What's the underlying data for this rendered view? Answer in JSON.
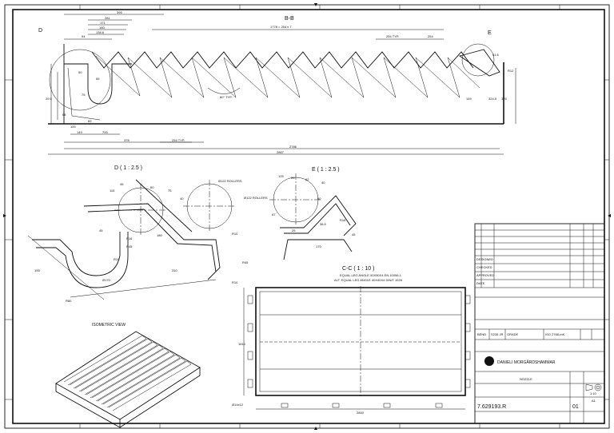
{
  "views": {
    "section_bb": {
      "title": "B-B",
      "callout_d": "D",
      "callout_e": "E",
      "dims_top": [
        "395",
        "281",
        "171",
        "160",
        "138.6",
        "94",
        "1778 = 254 x 7",
        "254 TYP.",
        "254"
      ],
      "dims_left": [
        "50",
        "55",
        "75",
        "65",
        "69",
        "100",
        "29.5"
      ],
      "angle_note": "60° TYP.",
      "r_note": "R12",
      "dims_bottom": [
        "149",
        "700",
        "378",
        "254 TYP.",
        "2786",
        "2867"
      ],
      "dims_right": [
        "324.5",
        "325",
        "149",
        "31.6"
      ]
    },
    "detail_d": {
      "title": "D ( 1 : 2.5 )",
      "rollers_1": "Ø122 ROLLERS",
      "rollers_2": "Ø122 ROLLERS",
      "dims": [
        "115",
        "45",
        "60",
        "75",
        "40",
        "R10",
        "R16",
        "R10",
        "310",
        "180",
        "R45",
        "45",
        "R10",
        "R45",
        "Ø170",
        "R80",
        "100"
      ]
    },
    "detail_e": {
      "title": "E ( 1 : 2.5 )",
      "dims": [
        "125",
        "20",
        "62",
        "40",
        "60",
        "67",
        "38.5",
        "170",
        "R16",
        "25",
        "45"
      ]
    },
    "section_cc": {
      "title": "C-C ( 1 : 10 )",
      "note_1": "EQUAL LEG ANGLE 50X50X4 EN 10056-1",
      "note_2": "ALT. EQUAL LEG ANGLE 40X40X4 DIN/T 1028",
      "dim_height": "1610",
      "dim_width": "2800",
      "note_bottom": "Ø14x12"
    },
    "isometric": {
      "title": "ISOMETRIC VIEW"
    }
  },
  "title_block": {
    "company": "DANIELI MORGÅRDSHAMMAR",
    "drawing_number": "7.629193.R",
    "revision": "01",
    "sheet_label": "A1",
    "part_name": "NOZZLE",
    "scale_label": "1:10",
    "row_labels": [
      "DESIGNED",
      "CHECKED",
      "APPROVED",
      "DATE"
    ],
    "small_fields": [
      "BEND",
      "S235 JR",
      "GRADE",
      "ISO 2768-mK"
    ]
  }
}
